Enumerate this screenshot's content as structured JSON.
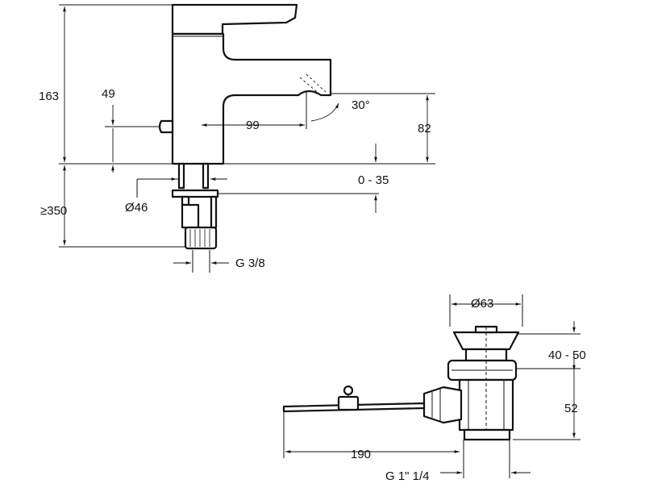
{
  "faucet": {
    "dims": {
      "height_total": "163",
      "lever_height": "49",
      "spout_reach": "99",
      "spout_angle": "30°",
      "spout_height": "82",
      "deck_range": "0 - 35",
      "base_diameter": "Ø46",
      "pipe_length": "≥350",
      "thread": "G 3/8"
    }
  },
  "drain": {
    "dims": {
      "cap_diameter": "Ø63",
      "body_range": "40 - 50",
      "body_height": "52",
      "rod_length": "190",
      "thread": "G 1\" 1/4"
    }
  }
}
